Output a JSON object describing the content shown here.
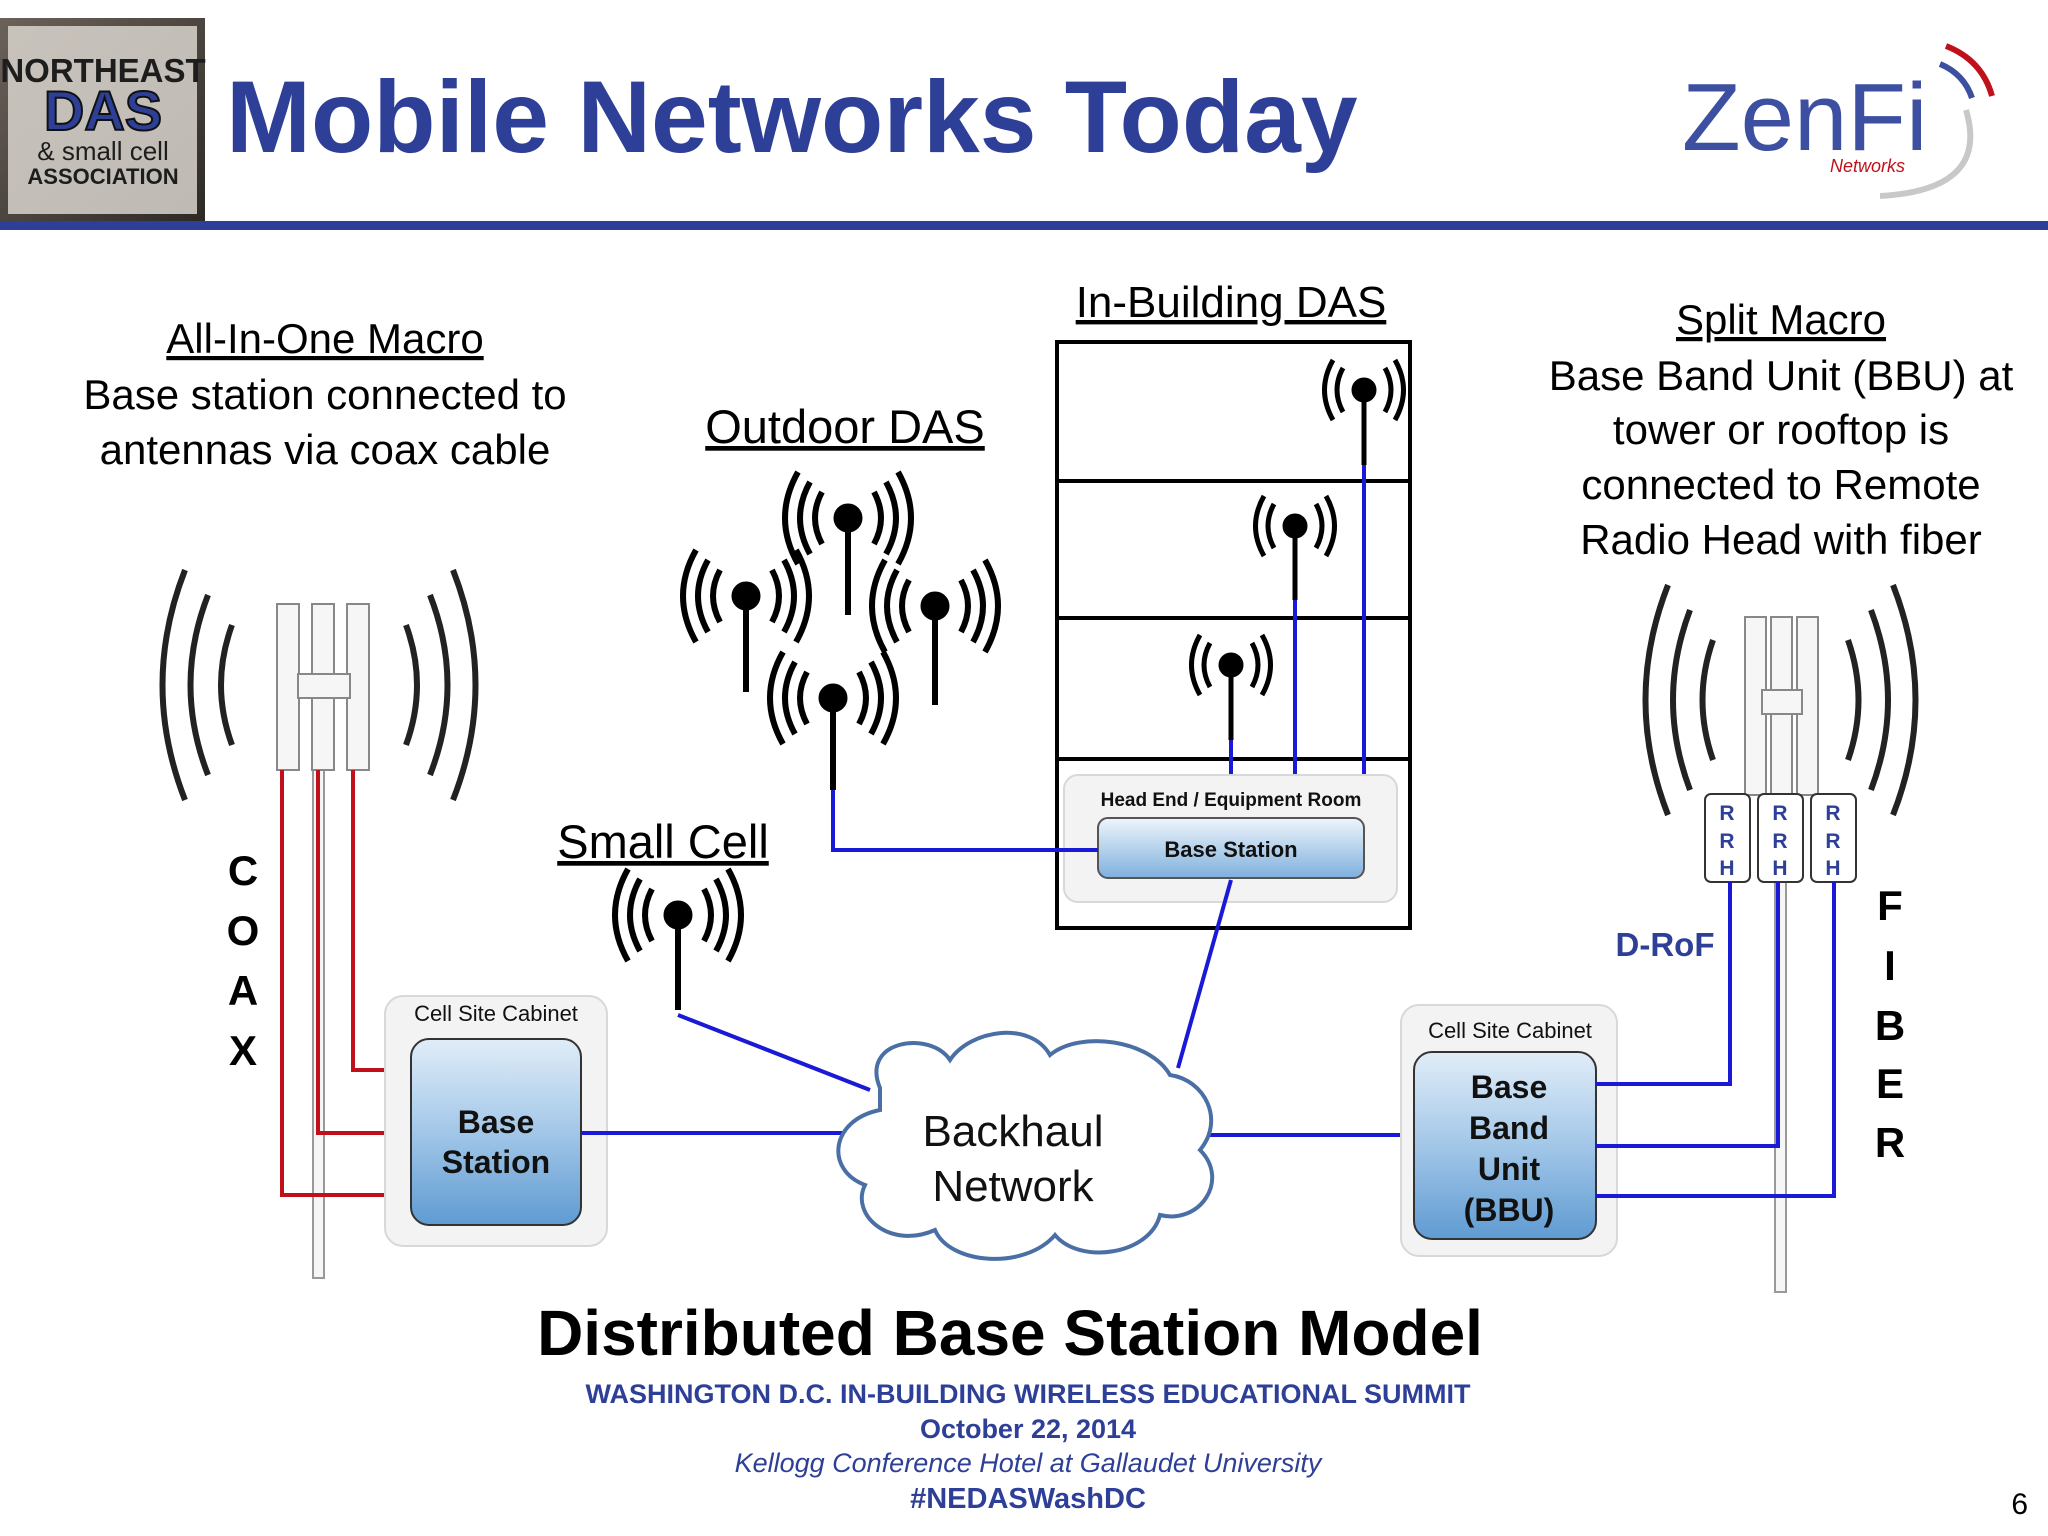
{
  "header": {
    "title": "Mobile Networks Today",
    "left_logo": {
      "line1": "NORTHEAST",
      "line2": "DAS",
      "line3": "& small cell",
      "line4": "ASSOCIATION"
    },
    "right_logo": {
      "name": "ZenFi",
      "subtitle": "Networks"
    }
  },
  "sections": {
    "all_in_one": {
      "heading": "All-In-One Macro",
      "line1": "Base station connected to",
      "line2": "antennas via coax cable"
    },
    "outdoor_das": {
      "heading": "Outdoor DAS"
    },
    "in_building": {
      "heading": "In-Building DAS"
    },
    "split_macro": {
      "heading": "Split Macro",
      "line1": "Base Band Unit (BBU) at",
      "line2": "tower or rooftop is",
      "line3": "connected to Remote",
      "line4": "Radio Head with fiber"
    },
    "small_cell": {
      "heading": "Small Cell"
    }
  },
  "labels": {
    "coax": [
      "C",
      "O",
      "A",
      "X"
    ],
    "fiber": [
      "F",
      "I",
      "B",
      "E",
      "R"
    ],
    "drof": "D-RoF",
    "rrh": [
      "R",
      "R",
      "H"
    ],
    "head_end": "Head End / Equipment Room",
    "head_end_base_station": "Base Station",
    "cabinet_left_title": "Cell Site Cabinet",
    "cabinet_left_box": [
      "Base",
      "Station"
    ],
    "cabinet_right_title": "Cell Site Cabinet",
    "cabinet_right_box": [
      "Base",
      "Band",
      "Unit",
      "(BBU)"
    ],
    "backhaul": [
      "Backhaul",
      "Network"
    ]
  },
  "footer": {
    "model_title": "Distributed Base Station Model",
    "event": "WASHINGTON D.C. IN-BUILDING WIRELESS EDUCATIONAL SUMMIT",
    "date": "October 22, 2014",
    "venue": "Kellogg Conference Hotel at Gallaudet University",
    "hashtag": "#NEDASWashDC",
    "page_number": "6"
  },
  "colors": {
    "title_blue": "#2e3f97",
    "rule_blue": "#2e3f97",
    "link_blue": "#1a1ad6",
    "coax_red": "#c0111b",
    "box_blue_top": "#d7e6f5",
    "box_blue_bottom": "#6aa3d6",
    "cloud_stroke": "#4a6fa5"
  },
  "icons": [
    "antenna-icon",
    "cell-tower-icon",
    "cloud-icon"
  ]
}
